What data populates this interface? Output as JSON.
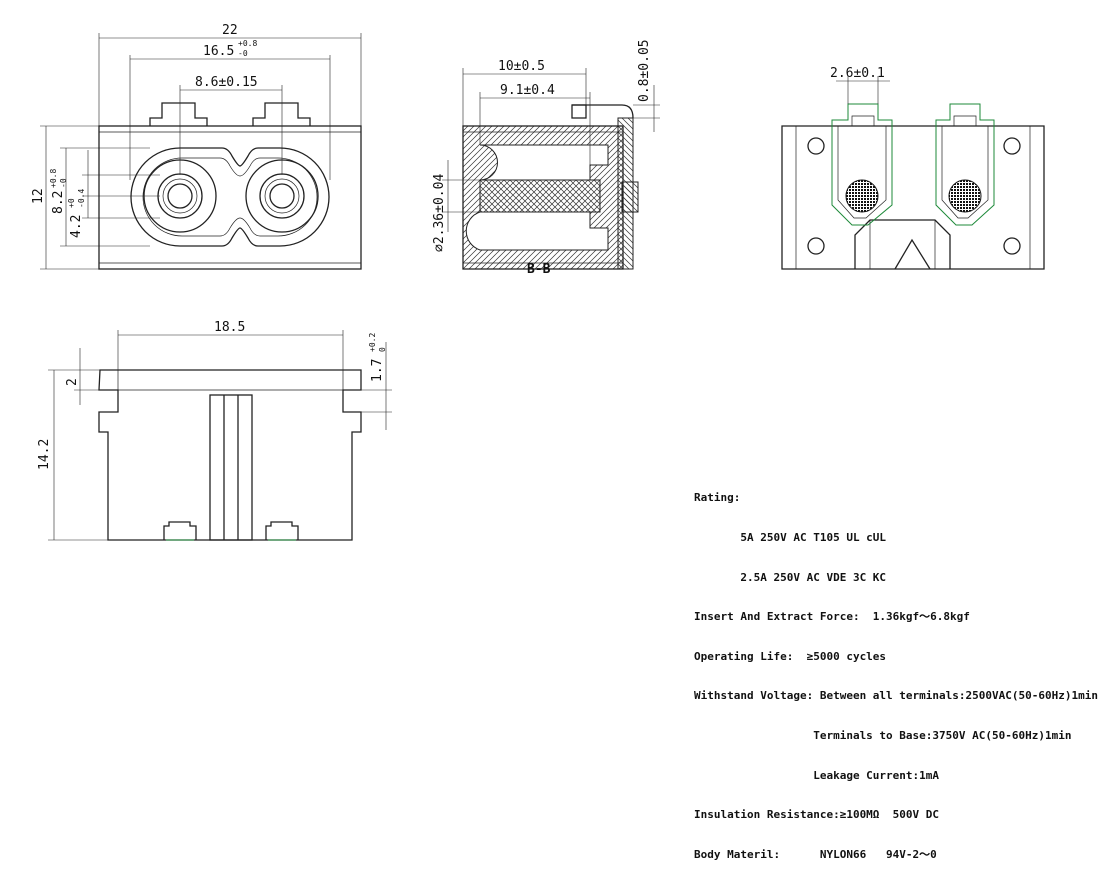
{
  "dimensions": {
    "front": {
      "overall_width": "22",
      "inner_width": "16.5",
      "inner_width_tol_upper": "+0.8",
      "inner_width_tol_lower": "-0",
      "pin_pitch": "8.6±0.15",
      "height": "12",
      "inner_height": "8.2",
      "inner_height_tol_upper": "+0.8",
      "inner_height_tol_lower": "-0",
      "pin_offset": "4.2",
      "pin_offset_tol_upper": "+0",
      "pin_offset_tol_lower": "-0.4"
    },
    "section": {
      "depth": "10±0.5",
      "pin_depth": "9.1±0.4",
      "plate": "0.8±0.05",
      "pin_diameter": "⌀2.36±0.04",
      "label": "B-B"
    },
    "back": {
      "terminal_width": "2.6±0.1"
    },
    "side": {
      "width": "18.5",
      "height": "14.2",
      "flange": "2",
      "lip": "1.7",
      "lip_tol_upper": "+0.2",
      "lip_tol_lower": "0"
    }
  },
  "specs": [
    "Rating:",
    "       5A 250V AC T105 UL cUL",
    "       2.5A 250V AC VDE 3C KC",
    "Insert And Extract Force:  1.36kgf～6.8kgf",
    "Operating Life:  ≥5000 cycles",
    "Withstand Voltage: Between all terminals:2500VAC(50-60Hz)1min",
    "                  Terminals to Base:3750V AC(50-60Hz)1min",
    "                  Leakage Current:1mA",
    "Insulation Resistance:≥100MΩ  500V DC",
    "Body Materil:      NYLON66   94V-2～0"
  ],
  "colors": {
    "line": "#222222",
    "terminal_outline": "#1e8a3a",
    "background": "#ffffff"
  }
}
